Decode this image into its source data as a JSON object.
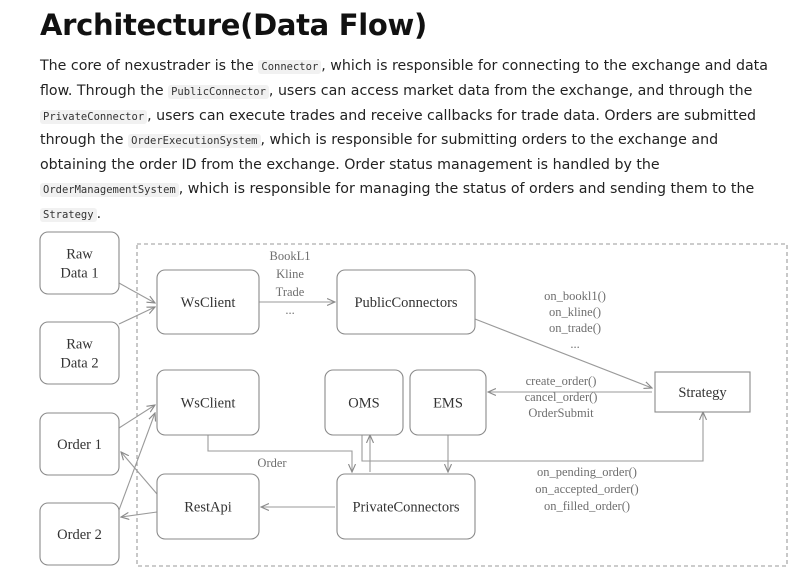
{
  "heading": "Architecture(Data Flow)",
  "paragraph": [
    {
      "t": "text",
      "v": "The core of nexustrader is the "
    },
    {
      "t": "code",
      "v": "Connector"
    },
    {
      "t": "text",
      "v": ", which is responsible for connecting to the exchange and data flow. Through the "
    },
    {
      "t": "code",
      "v": "PublicConnector"
    },
    {
      "t": "text",
      "v": ", users can access market data from the exchange, and through the "
    },
    {
      "t": "code",
      "v": "PrivateConnector"
    },
    {
      "t": "text",
      "v": ", users can execute trades and receive callbacks for trade data. Orders are submitted through the "
    },
    {
      "t": "code",
      "v": "OrderExecutionSystem"
    },
    {
      "t": "text",
      "v": ", which is responsible for submitting orders to the exchange and obtaining the order ID from the exchange. Order status management is handled by the "
    },
    {
      "t": "code",
      "v": "OrderManagementSystem"
    },
    {
      "t": "text",
      "v": ", which is responsible for managing the status of orders and sending them to the "
    },
    {
      "t": "code",
      "v": "Strategy"
    },
    {
      "t": "text",
      "v": "."
    }
  ],
  "nodes": [
    {
      "id": "raw1",
      "lines": [
        "Raw",
        "Data 1"
      ]
    },
    {
      "id": "raw2",
      "lines": [
        "Raw",
        "Data 2"
      ]
    },
    {
      "id": "order1",
      "lines": [
        "Order 1"
      ]
    },
    {
      "id": "order2",
      "lines": [
        "Order 2"
      ]
    },
    {
      "id": "ws1",
      "lines": [
        "WsClient"
      ]
    },
    {
      "id": "public",
      "lines": [
        "PublicConnectors"
      ]
    },
    {
      "id": "ws2",
      "lines": [
        "WsClient"
      ]
    },
    {
      "id": "oms",
      "lines": [
        "OMS"
      ]
    },
    {
      "id": "ems",
      "lines": [
        "EMS"
      ]
    },
    {
      "id": "strategy",
      "lines": [
        "Strategy"
      ]
    },
    {
      "id": "restapi",
      "lines": [
        "RestApi"
      ]
    },
    {
      "id": "private",
      "lines": [
        "PrivateConnectors"
      ]
    }
  ],
  "edge_labels": {
    "market": [
      "BookL1",
      "Kline",
      "Trade",
      "..."
    ],
    "callbacks": [
      "on_bookl1()",
      "on_kline()",
      "on_trade()",
      "..."
    ],
    "order_cmds": [
      "create_order()",
      "cancel_order()",
      "OrderSubmit"
    ],
    "order_flow": [
      "Order"
    ],
    "order_callbacks": [
      "on_pending_order()",
      "on_accepted_order()",
      "on_filled_order()"
    ]
  }
}
